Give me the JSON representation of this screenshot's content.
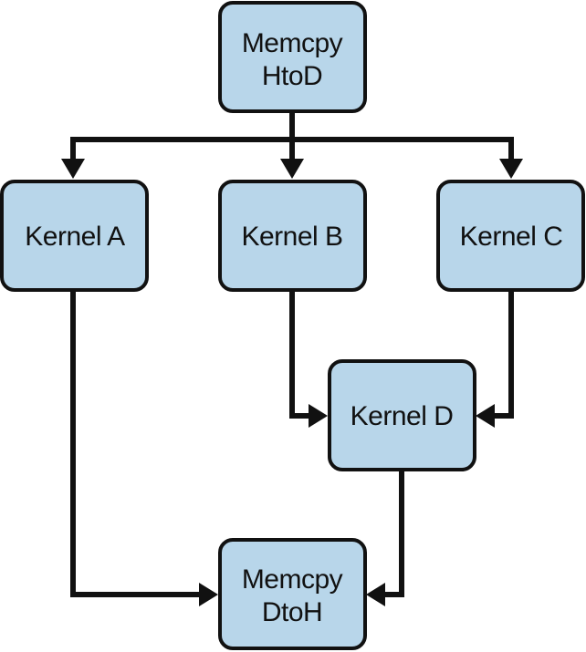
{
  "nodes": {
    "memcpy_htod": {
      "line1": "Memcpy",
      "line2": "HtoD"
    },
    "kernel_a": {
      "label": "Kernel A"
    },
    "kernel_b": {
      "label": "Kernel B"
    },
    "kernel_c": {
      "label": "Kernel C"
    },
    "kernel_d": {
      "label": "Kernel D"
    },
    "memcpy_dtoh": {
      "line1": "Memcpy",
      "line2": "DtoH"
    }
  },
  "edges": [
    {
      "from": "Memcpy HtoD",
      "to": "Kernel A"
    },
    {
      "from": "Memcpy HtoD",
      "to": "Kernel B"
    },
    {
      "from": "Memcpy HtoD",
      "to": "Kernel C"
    },
    {
      "from": "Kernel B",
      "to": "Kernel D"
    },
    {
      "from": "Kernel C",
      "to": "Kernel D"
    },
    {
      "from": "Kernel A",
      "to": "Memcpy DtoH"
    },
    {
      "from": "Kernel D",
      "to": "Memcpy DtoH"
    }
  ],
  "colors": {
    "node_fill": "#b8d6ea",
    "stroke": "#111111"
  }
}
